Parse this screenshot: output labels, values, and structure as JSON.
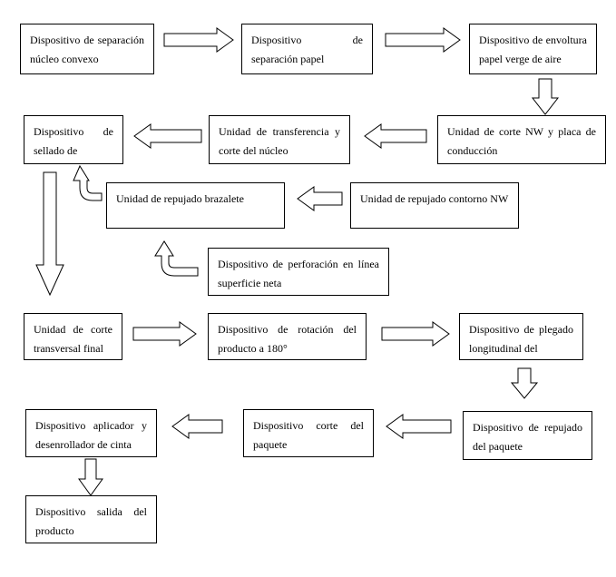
{
  "diagram": {
    "boxes": [
      {
        "id": "b1",
        "text": "Dispositivo de separación núcleo convexo"
      },
      {
        "id": "b2",
        "text": "Dispositivo de separación papel"
      },
      {
        "id": "b3",
        "text": "Dispositivo de envoltura papel verge de aire"
      },
      {
        "id": "b4",
        "text": "Unidad de corte NW y placa de conducción"
      },
      {
        "id": "b5",
        "text": "Unidad de transferencia y corte del núcleo"
      },
      {
        "id": "b6",
        "text": "Dispositivo de sellado de"
      },
      {
        "id": "b7",
        "text": "Unidad de repujado brazalete"
      },
      {
        "id": "b8",
        "text": "Unidad de repujado contorno NW"
      },
      {
        "id": "b9",
        "text": "Dispositivo de perforación en línea superficie neta"
      },
      {
        "id": "b10",
        "text": "Unidad de corte transversal final"
      },
      {
        "id": "b11",
        "text": "Dispositivo de rotación del producto a 180°"
      },
      {
        "id": "b12",
        "text": "Dispositivo de plegado longitudinal del"
      },
      {
        "id": "b13",
        "text": "Dispositivo de repujado del paquete"
      },
      {
        "id": "b14",
        "text": "Dispositivo corte del paquete"
      },
      {
        "id": "b15",
        "text": "Dispositivo aplicador y desenrollador de cinta"
      },
      {
        "id": "b16",
        "text": "Dispositivo salida del producto"
      }
    ]
  }
}
